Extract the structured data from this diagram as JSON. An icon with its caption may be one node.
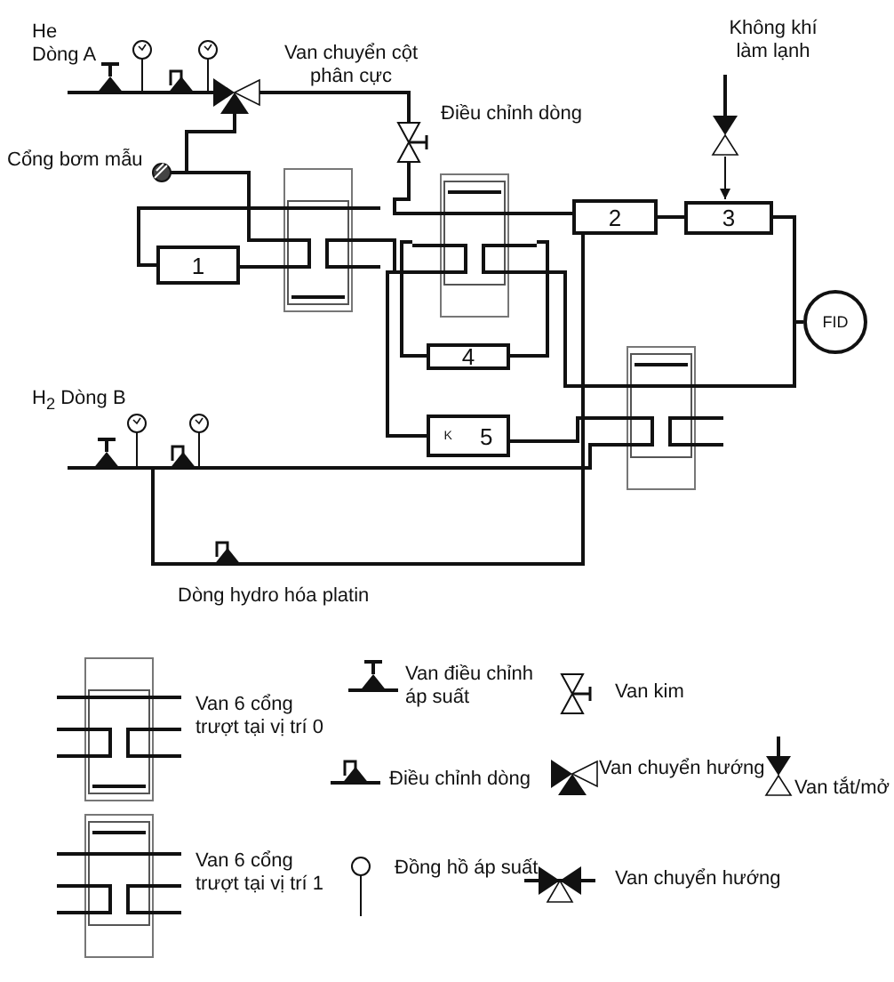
{
  "diagram": {
    "nodes": [
      {
        "text": [
          "1"
        ]
      },
      {
        "text": [
          "2"
        ]
      },
      {
        "text": [
          "3"
        ]
      },
      {
        "text": [
          "4"
        ]
      },
      {
        "text": [
          "K",
          "5"
        ]
      },
      {
        "text": [
          "FID"
        ]
      },
      {
        "text": [],
        "shape": "valve"
      },
      {
        "text": [],
        "shape": "valve"
      },
      {
        "text": [],
        "shape": "valve"
      },
      {
        "text": [],
        "shape": "valve"
      },
      {
        "text": [],
        "shape": "valve"
      },
      {
        "text": [],
        "shape": "valve"
      },
      {
        "text": [],
        "shape": "valve"
      },
      {
        "text": [],
        "shape": "circle"
      },
      {
        "text": [],
        "shape": "valve"
      },
      {
        "text": [],
        "shape": "valve"
      },
      {
        "text": [],
        "shape": "valve"
      },
      {
        "text": [],
        "shape": "valve"
      }
    ],
    "edges": [
      {
        "from": 1,
        "to": 2,
        "arrow": "none"
      },
      {
        "from": 2,
        "to": 5,
        "arrow": "none"
      },
      {
        "from": 14,
        "to": 2,
        "arrow": "to"
      },
      {
        "from": null,
        "to": 14,
        "arrow": "none"
      },
      {
        "from": 0,
        "to": 6,
        "arrow": "none"
      },
      {
        "from": 0,
        "to": 6,
        "arrow": "none"
      },
      {
        "from": 6,
        "to": 7,
        "arrow": "none"
      },
      {
        "from": 7,
        "to": 1,
        "arrow": "none"
      },
      {
        "from": 7,
        "to": 3,
        "arrow": "none"
      },
      {
        "from": 3,
        "to": 7,
        "arrow": "none"
      },
      {
        "from": 7,
        "to": 4,
        "arrow": "none"
      },
      {
        "from": 4,
        "to": 8,
        "arrow": "none"
      },
      {
        "from": 8,
        "to": 5,
        "arrow": "none"
      },
      {
        "from": 7,
        "to": 8,
        "arrow": "none"
      },
      {
        "from": null,
        "to": 9,
        "arrow": "none"
      },
      {
        "from": 9,
        "to": 10,
        "arrow": "none"
      },
      {
        "from": 10,
        "to": 11,
        "arrow": "none"
      },
      {
        "from": 11,
        "to": 12,
        "arrow": "none"
      },
      {
        "from": 12,
        "to": 7,
        "arrow": "none"
      },
      {
        "from": 13,
        "to": 11,
        "arrow": "none"
      },
      {
        "from": 13,
        "to": 6,
        "arrow": "none"
      },
      {
        "from": null,
        "to": 15,
        "arrow": "none"
      },
      {
        "from": 15,
        "to": 16,
        "arrow": "none"
      },
      {
        "from": 15,
        "to": 17,
        "arrow": "none"
      },
      {
        "from": 16,
        "to": 8,
        "arrow": "none"
      },
      {
        "from": 17,
        "to": 1,
        "arrow": "none"
      }
    ],
    "labels": [
      "He Dòng A",
      "Van chuyển cột phân cực",
      "Điều chỉnh dòng",
      "Cổng bơm mẫu",
      "Không khí làm lạnh",
      "H$_{2}$ Dòng B",
      "Dòng hydro hóa platin"
    ],
    "legend": [
      {
        "text": "Van 6 cổng trượt tại vị trí 0"
      },
      {
        "text": "Van điều chỉnh áp suất"
      },
      {
        "text": "Van kim"
      },
      {
        "text": "Điều chỉnh dòng"
      },
      {
        "text": "Van chuyển hướng"
      },
      {
        "text": "Van tắt/mở"
      },
      {
        "text": "Van 6 cổng trượt tại vị trí 1"
      },
      {
        "text": "Đồng hồ áp suất"
      },
      {
        "text": "Van chuyển hướng"
      }
    ]
  }
}
